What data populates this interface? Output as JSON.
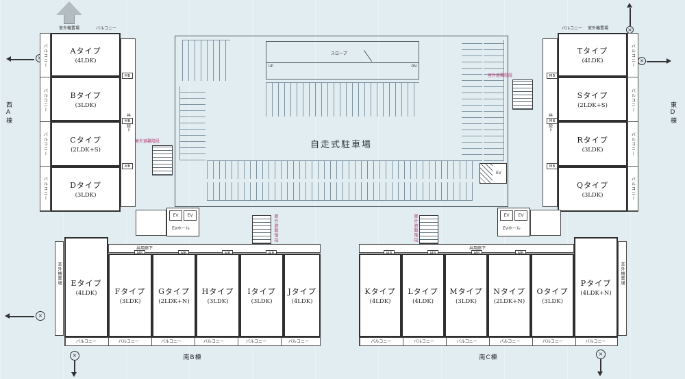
{
  "site": {
    "parking_label": "自走式駐車場",
    "ramp_label": "スロープ",
    "ramp_up": "UP",
    "ramp_dn": "DN"
  },
  "labels": {
    "balcony": "バルコニー",
    "corridor": "共用廊下",
    "escape_stairs": "屋外避難階段",
    "outdoor_unit": "室外機置場",
    "ev": "EV",
    "ev_hall": "EVホール",
    "mb": "MB"
  },
  "buildings": {
    "west": {
      "name": "西A棟",
      "units": [
        {
          "type": "Aタイプ",
          "plan": "(4LDK)"
        },
        {
          "type": "Bタイプ",
          "plan": "(3LDK)"
        },
        {
          "type": "Cタイプ",
          "plan": "(2LDK+S)"
        },
        {
          "type": "Dタイプ",
          "plan": "(3LDK)"
        }
      ]
    },
    "east": {
      "name": "東D棟",
      "units": [
        {
          "type": "Tタイプ",
          "plan": "(4LDK)"
        },
        {
          "type": "Sタイプ",
          "plan": "(2LDK+S)"
        },
        {
          "type": "Rタイプ",
          "plan": "(3LDK)"
        },
        {
          "type": "Qタイプ",
          "plan": "(3LDK)"
        }
      ]
    },
    "south_b": {
      "name": "南B棟",
      "units": [
        {
          "type": "Eタイプ",
          "plan": "(4LDK)"
        },
        {
          "type": "Fタイプ",
          "plan": "(3LDK)"
        },
        {
          "type": "Gタイプ",
          "plan": "(2LDK+N)"
        },
        {
          "type": "Hタイプ",
          "plan": "(3LDK)"
        },
        {
          "type": "Iタイプ",
          "plan": "(3LDK)"
        },
        {
          "type": "Jタイプ",
          "plan": "(4LDK)"
        }
      ]
    },
    "south_c": {
      "name": "南C棟",
      "units": [
        {
          "type": "Kタイプ",
          "plan": "(4LDK)"
        },
        {
          "type": "Lタイプ",
          "plan": "(4LDK)"
        },
        {
          "type": "Mタイプ",
          "plan": "(3LDK)"
        },
        {
          "type": "Nタイプ",
          "plan": "(2LDK+N)"
        },
        {
          "type": "Oタイプ",
          "plan": "(3LDK)"
        },
        {
          "type": "Pタイプ",
          "plan": "(4LDK+N)"
        }
      ]
    }
  },
  "colors": {
    "background": "#e2edf1",
    "wall": "#2f2f2f",
    "parking_line": "#7e93a3",
    "stairs_label_color": "#b3457a"
  },
  "icons": [
    "north-arrow-icon",
    "up-arrow-icon",
    "down-arrow-icon",
    "left-arrow-icon",
    "right-arrow-icon",
    "entry-circle-icon"
  ]
}
